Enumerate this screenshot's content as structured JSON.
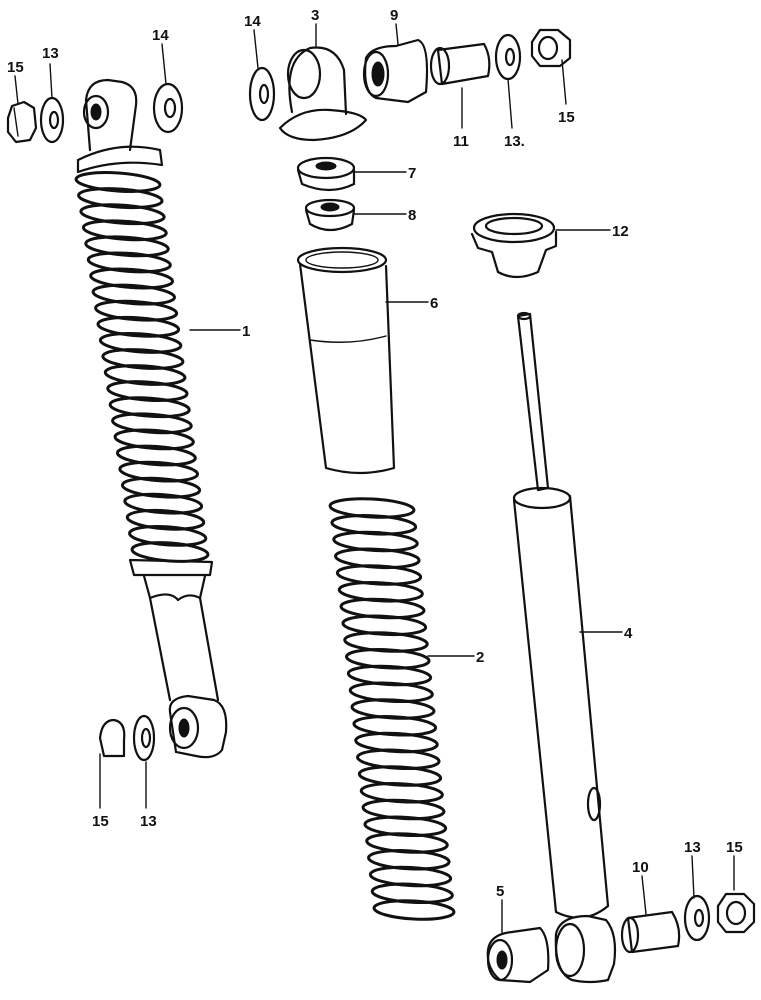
{
  "diagram": {
    "callouts": [
      {
        "id": "c15a",
        "text": "15"
      },
      {
        "id": "c13a",
        "text": "13"
      },
      {
        "id": "c14a",
        "text": "14"
      },
      {
        "id": "c14b",
        "text": "14"
      },
      {
        "id": "c3",
        "text": "3"
      },
      {
        "id": "c9",
        "text": "9"
      },
      {
        "id": "c11",
        "text": "11"
      },
      {
        "id": "c13b",
        "text": "13."
      },
      {
        "id": "c15b",
        "text": "15"
      },
      {
        "id": "c7",
        "text": "7"
      },
      {
        "id": "c8",
        "text": "8"
      },
      {
        "id": "c12",
        "text": "12"
      },
      {
        "id": "c6",
        "text": "6"
      },
      {
        "id": "c1",
        "text": "1"
      },
      {
        "id": "c2",
        "text": "2"
      },
      {
        "id": "c4",
        "text": "4"
      },
      {
        "id": "c15c",
        "text": "15"
      },
      {
        "id": "c13c",
        "text": "13"
      },
      {
        "id": "c5",
        "text": "5"
      },
      {
        "id": "c10",
        "text": "10"
      },
      {
        "id": "c13d",
        "text": "13"
      },
      {
        "id": "c15d",
        "text": "15"
      }
    ]
  }
}
